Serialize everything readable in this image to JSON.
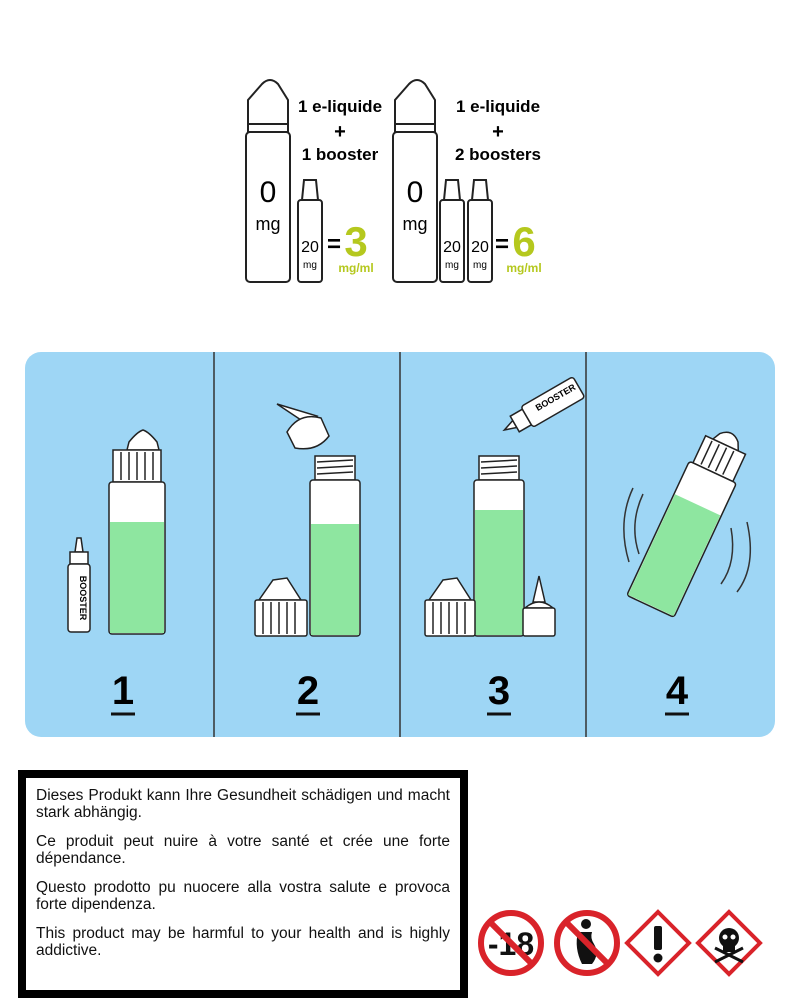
{
  "mix": {
    "left": {
      "line1": "1 e-liquide",
      "plus": "+",
      "line2": "1 booster",
      "base_value": "0",
      "base_unit": "mg",
      "booster_value": "20",
      "booster_unit": "mg",
      "equals": "=",
      "result_value": "3",
      "result_unit": "mg/ml"
    },
    "right": {
      "line1": "1 e-liquide",
      "plus": "+",
      "line2": "2 boosters",
      "base_value": "0",
      "base_unit": "mg",
      "booster_value": "20",
      "booster_unit": "mg",
      "equals": "=",
      "result_value": "6",
      "result_unit": "mg/ml"
    },
    "result_color": "#b5c81e"
  },
  "steps": {
    "background": "#9ed6f5",
    "liquid_color": "#8ee6a0",
    "booster_label": "BOOSTER",
    "items": [
      {
        "number": "1"
      },
      {
        "number": "2"
      },
      {
        "number": "3"
      },
      {
        "number": "4"
      }
    ]
  },
  "warnings": [
    "Dieses Produkt kann Ihre Gesundheit schädigen und macht stark abhängig.",
    "Ce produit peut nuire à votre santé et crée une forte dépendance.",
    "Questo prodotto pu nuocere alla vostra salute e provoca forte dipendenza.",
    "This product may be harmful to your health and is highly addictive."
  ],
  "icons": {
    "age_label": "-18",
    "items": [
      "no-minors-icon",
      "no-pregnant-icon",
      "exclamation-hazard-icon",
      "skull-hazard-icon"
    ],
    "prohibition_color": "#d9232a",
    "hazard_color": "#d9232a"
  }
}
